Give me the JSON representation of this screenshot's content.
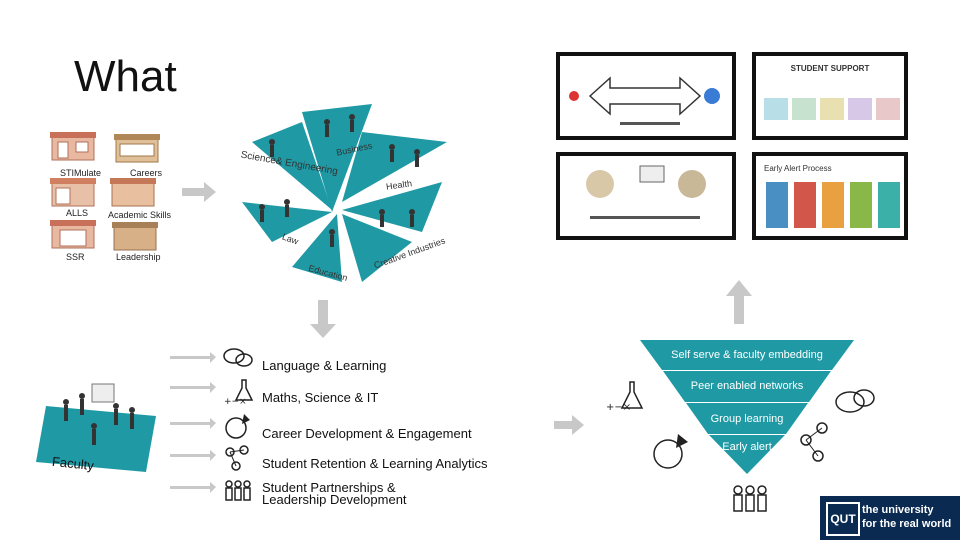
{
  "title": "What",
  "services": {
    "stimulate": "STIMulate",
    "careers": "Careers",
    "alls": "ALLS",
    "academic_skills": "Academic Skills",
    "ssr": "SSR",
    "leadership": "Leadership"
  },
  "faculties": {
    "science_eng": "Science& Engineering",
    "business": "Business",
    "health": "Health",
    "law": "Law",
    "education": "Education",
    "creative": "Creative Industries"
  },
  "faculty_label": "Faculty",
  "skills": [
    {
      "label": "Language & Learning",
      "icon": "speech-bubbles-icon"
    },
    {
      "label": "Maths, Science & IT",
      "icon": "science-icon"
    },
    {
      "label": "Career Development & Engagement",
      "icon": "career-icon"
    },
    {
      "label": "Student Retention & Learning Analytics",
      "icon": "network-icon"
    },
    {
      "label": "Student Partnerships &",
      "label2": "Leadership Development",
      "icon": "people-icon"
    }
  ],
  "pyramid": [
    "Self serve & faculty embedding",
    "Peer enabled networks",
    "Group learning",
    "Early alert"
  ],
  "thumbnails": {
    "early_alert_title": "Early Alert Process",
    "program_title": "STUDENT SUPPORT"
  },
  "qut": {
    "logo": "QUT",
    "line1": "the university",
    "line2": "for the real world"
  },
  "colors": {
    "teal": "#1f9aa5",
    "teal_dark": "#15808a",
    "gray_arrow": "#c8c8c8",
    "qut_blue": "#0a2a52"
  }
}
